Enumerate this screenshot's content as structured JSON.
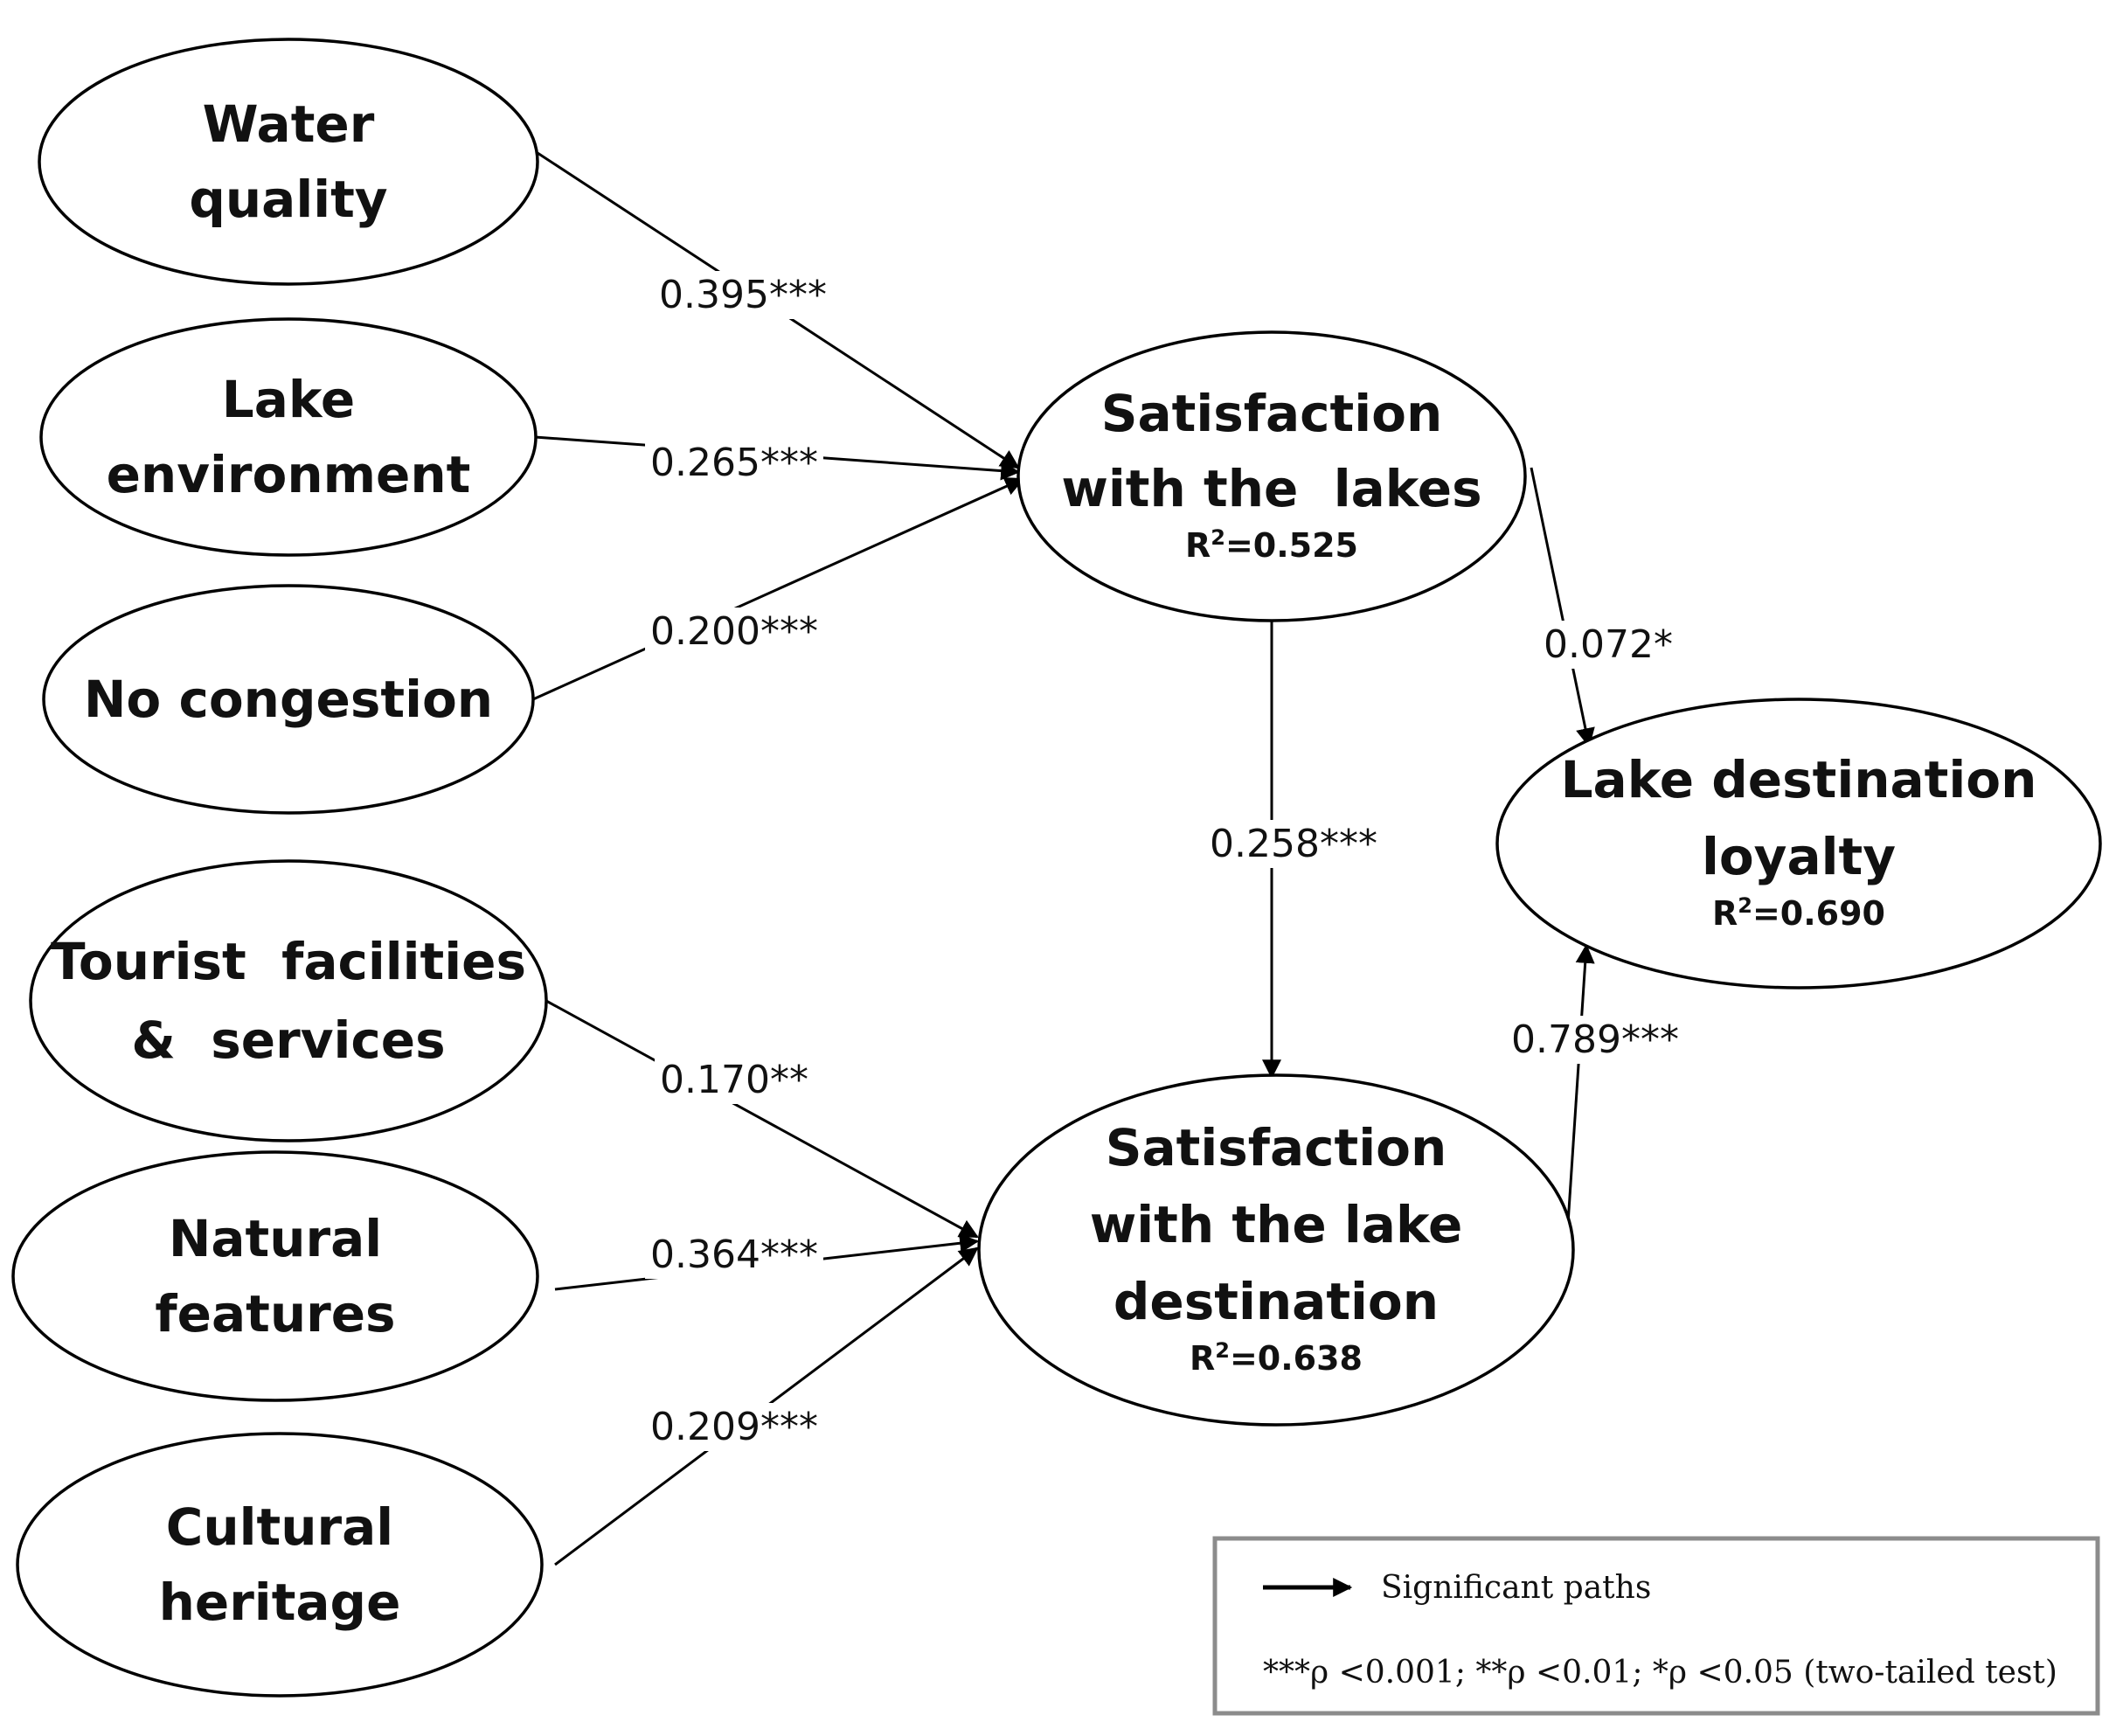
{
  "nodes": [
    {
      "id": "water_quality",
      "lines": [
        "Water",
        "quality"
      ],
      "r2": ""
    },
    {
      "id": "lake_environment",
      "lines": [
        "Lake",
        "environment"
      ],
      "r2": ""
    },
    {
      "id": "no_congestion",
      "lines": [
        "No congestion"
      ],
      "r2": ""
    },
    {
      "id": "sat_lakes",
      "lines": [
        "Satisfaction",
        "with the  lakes"
      ],
      "r2": "0.525"
    },
    {
      "id": "tourist_facilities",
      "lines": [
        "Tourist  facilities",
        "&  services"
      ],
      "r2": ""
    },
    {
      "id": "natural_features",
      "lines": [
        "Natural",
        "features"
      ],
      "r2": ""
    },
    {
      "id": "cultural_heritage",
      "lines": [
        "Cultural",
        "heritage"
      ],
      "r2": ""
    },
    {
      "id": "sat_destination",
      "lines": [
        "Satisfaction",
        "with the lake",
        "destination"
      ],
      "r2": "0.638"
    },
    {
      "id": "loyalty",
      "lines": [
        "Lake destination",
        "loyalty"
      ],
      "r2": "0.690"
    }
  ],
  "edges": [
    {
      "from": "water_quality",
      "to": "sat_lakes",
      "label": "0.395***"
    },
    {
      "from": "lake_environment",
      "to": "sat_lakes",
      "label": "0.265***"
    },
    {
      "from": "no_congestion",
      "to": "sat_lakes",
      "label": "0.200***"
    },
    {
      "from": "sat_lakes",
      "to": "sat_destination",
      "label": "0.258***"
    },
    {
      "from": "sat_lakes",
      "to": "loyalty",
      "label": "0.072*"
    },
    {
      "from": "tourist_facilities",
      "to": "sat_destination",
      "label": "0.170**"
    },
    {
      "from": "natural_features",
      "to": "sat_destination",
      "label": "0.364***"
    },
    {
      "from": "cultural_heritage",
      "to": "sat_destination",
      "label": "0.209***"
    },
    {
      "from": "sat_destination",
      "to": "loyalty",
      "label": "0.789***"
    }
  ],
  "r2_prefix": "R",
  "r2_sup": "2",
  "r2_eq": "=",
  "legend": {
    "arrow_label": "Significant paths",
    "significance_note": "***ρ <0.001;  **ρ <0.01; *ρ <0.05 (two-tailed test)"
  },
  "colors": {
    "stroke": "#000000",
    "legend_border": "#8c8c8c"
  }
}
